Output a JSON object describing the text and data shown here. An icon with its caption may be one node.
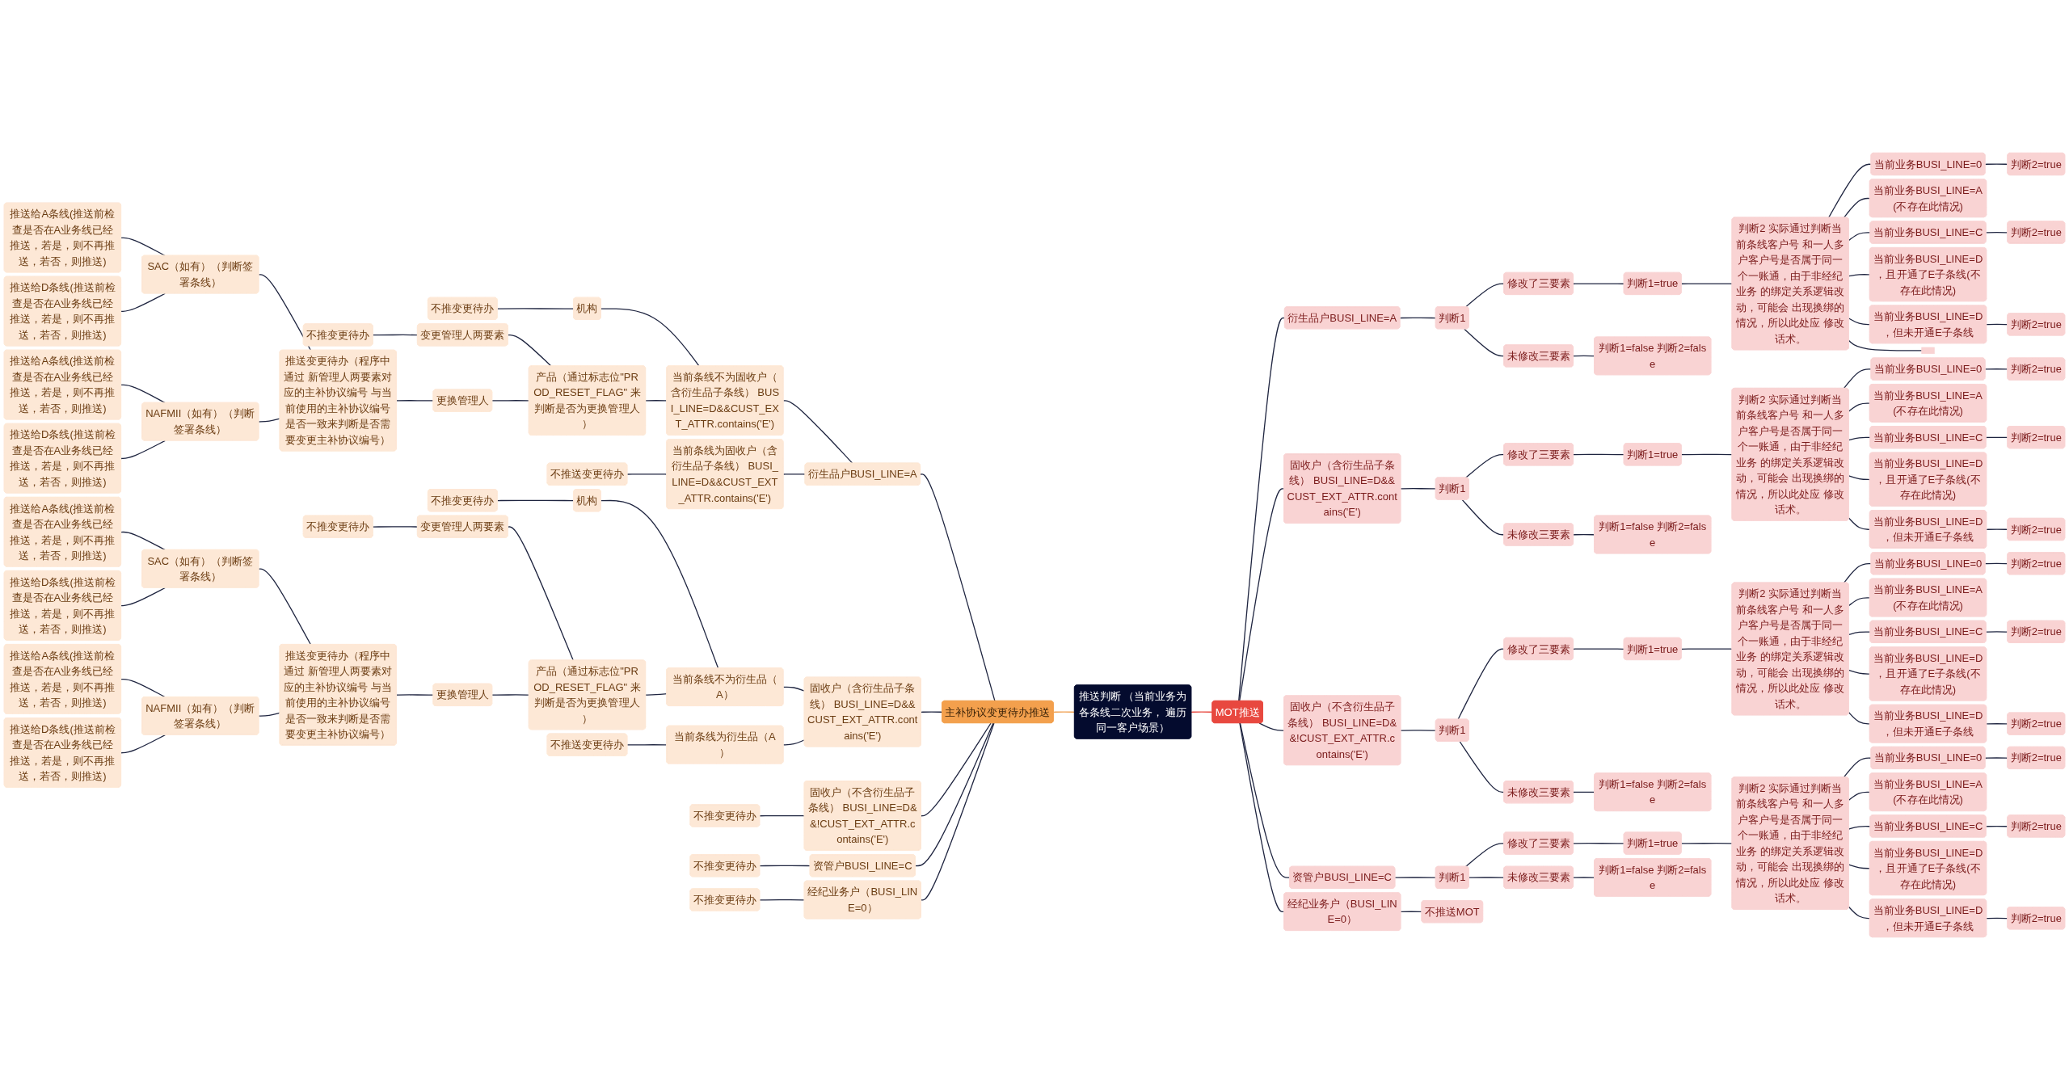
{
  "diagram": {
    "nodes": [
      {
        "text": [
          "推送判断 （当前业务为各条线二次业务， 遍历同一客户场景）"
        ]
      },
      {
        "text": [
          "主补协议变更待办推送"
        ]
      },
      {
        "text": [
          "衍生品户BUSI_LINE=A"
        ]
      },
      {
        "text": [
          "当前条线不为固收户（含衍生品子条线） BUSI_LINE=D&&CUST_EXT_ATTR.contains('E')"
        ]
      },
      {
        "text": [
          "机构"
        ]
      },
      {
        "text": [
          "不推变更待办"
        ]
      },
      {
        "text": [
          "产品（通过标志位\"PROD_RESET_FLAG\" 来判断是否为更换管理人）"
        ]
      },
      {
        "text": [
          "变更管理人两要素"
        ]
      },
      {
        "text": [
          "不推变更待办"
        ]
      },
      {
        "text": [
          "更换管理人"
        ]
      },
      {
        "text": [
          "推送变更待办（程序中通过 新管理人两要素对应的主补协议编号 与当前使用的主补协议编号是否一致来判断是否需要变更主补协议编号）"
        ]
      },
      {
        "text": [
          "SAC（如有）（判断签署条线）"
        ]
      },
      {
        "text": [
          "推送给A条线(推送前检查是否在A业务线已经推送，若是，则不再推送，若否，则推送)"
        ]
      },
      {
        "text": [
          "推送给D条线(推送前检查是否在A业务线已经推送，若是，则不再推送，若否，则推送)"
        ]
      },
      {
        "text": [
          "NAFMII（如有）（判断签署条线）"
        ]
      },
      {
        "text": [
          "推送给A条线(推送前检查是否在A业务线已经推送，若是，则不再推送，若否，则推送)"
        ]
      },
      {
        "text": [
          "推送给D条线(推送前检查是否在A业务线已经推送，若是，则不再推送，若否，则推送)"
        ]
      },
      {
        "text": [
          "当前条线为固收户（含衍生品子条线） BUSI_LINE=D&&CUST_EXT_ATTR.contains('E')"
        ]
      },
      {
        "text": [
          "不推送变更待办"
        ]
      },
      {
        "text": [
          "固收户（含衍生品子条线） BUSI_LINE=D&&CUST_EXT_ATTR.contains('E')"
        ]
      },
      {
        "text": [
          "当前条线不为衍生品（A）"
        ]
      },
      {
        "text": [
          "机构"
        ]
      },
      {
        "text": [
          "不推变更待办"
        ]
      },
      {
        "text": [
          "产品（通过标志位\"PROD_RESET_FLAG\" 来判断是否为更换管理人）"
        ]
      },
      {
        "text": [
          "变更管理人两要素"
        ]
      },
      {
        "text": [
          "不推变更待办"
        ]
      },
      {
        "text": [
          "更换管理人"
        ]
      },
      {
        "text": [
          "推送变更待办（程序中通过 新管理人两要素对应的主补协议编号 与当前使用的主补协议编号是否一致来判断是否需要变更主补协议编号）"
        ]
      },
      {
        "text": [
          "SAC（如有）（判断签署条线）"
        ]
      },
      {
        "text": [
          "推送给A条线(推送前检查是否在A业务线已经推送，若是，则不再推送，若否，则推送)"
        ]
      },
      {
        "text": [
          "推送给D条线(推送前检查是否在A业务线已经推送，若是，则不再推送，若否，则推送)"
        ]
      },
      {
        "text": [
          "NAFMII（如有）（判断签署条线）"
        ]
      },
      {
        "text": [
          "推送给A条线(推送前检查是否在A业务线已经推送，若是，则不再推送，若否，则推送)"
        ]
      },
      {
        "text": [
          "推送给D条线(推送前检查是否在A业务线已经推送，若是，则不再推送，若否，则推送)"
        ]
      },
      {
        "text": [
          "当前条线为衍生品（A）"
        ]
      },
      {
        "text": [
          "不推送变更待办"
        ]
      },
      {
        "text": [
          "固收户（不含衍生品子条线） BUSI_LINE=D&&!CUST_EXT_ATTR.contains('E')"
        ]
      },
      {
        "text": [
          "不推变更待办"
        ]
      },
      {
        "text": [
          "资管户BUSI_LINE=C"
        ]
      },
      {
        "text": [
          "不推变更待办"
        ]
      },
      {
        "text": [
          "经纪业务户（BUSI_LINE=0）"
        ]
      },
      {
        "text": [
          "不推变更待办"
        ]
      },
      {
        "text": [
          "MOT推送"
        ]
      },
      {
        "text": [
          "衍生品户BUSI_LINE=A"
        ]
      },
      {
        "text": [
          "判断1"
        ]
      },
      {
        "text": [
          "修改了三要素"
        ]
      },
      {
        "text": [
          "判断1=true"
        ]
      },
      {
        "text": [
          "判断2 实际通过判断当前条线客户号 和一人多户客户号是否属于同一个一账通，由于非经纪业务 的绑定关系逻辑改动，可能会 出现换绑的情况，所以此处应 修改话术。"
        ]
      },
      {
        "text": [
          "当前业务BUSI_LINE=0"
        ]
      },
      {
        "text": [
          "判断2=true"
        ]
      },
      {
        "text": [
          "当前业务BUSI_LINE=A(不存在此情况)"
        ]
      },
      {
        "text": [
          "当前业务BUSI_LINE=C"
        ]
      },
      {
        "text": [
          "判断2=true"
        ]
      },
      {
        "text": [
          "当前业务BUSI_LINE=D，且开通了E子条线(不存在此情况)"
        ]
      },
      {
        "text": [
          "当前业务BUSI_LINE=D，但未开通E子条线"
        ]
      },
      {
        "text": [
          "判断2=true"
        ]
      },
      {
        "text": [],
        "shape": "box"
      },
      {
        "text": [
          "未修改三要素"
        ]
      },
      {
        "text": [
          "判断1=false 判断2=false"
        ]
      },
      {
        "text": [
          "固收户（含衍生品子条线） BUSI_LINE=D&&CUST_EXT_ATTR.contains('E')"
        ]
      },
      {
        "text": [
          "判断1"
        ]
      },
      {
        "text": [
          "修改了三要素"
        ]
      },
      {
        "text": [
          "判断1=true"
        ]
      },
      {
        "text": [
          "判断2 实际通过判断当前条线客户号 和一人多户客户号是否属于同一个一账通，由于非经纪业务 的绑定关系逻辑改动，可能会 出现换绑的情况，所以此处应 修改话术。"
        ]
      },
      {
        "text": [
          "当前业务BUSI_LINE=0"
        ]
      },
      {
        "text": [
          "判断2=true"
        ]
      },
      {
        "text": [
          "当前业务BUSI_LINE=A(不存在此情况)"
        ]
      },
      {
        "text": [
          "当前业务BUSI_LINE=C"
        ]
      },
      {
        "text": [
          "判断2=true"
        ]
      },
      {
        "text": [
          "当前业务BUSI_LINE=D，且开通了E子条线(不存在此情况)"
        ]
      },
      {
        "text": [
          "当前业务BUSI_LINE=D，但未开通E子条线"
        ]
      },
      {
        "text": [
          "判断2=true"
        ]
      },
      {
        "text": [
          "未修改三要素"
        ]
      },
      {
        "text": [
          "判断1=false 判断2=false"
        ]
      },
      {
        "text": [
          "固收户（不含衍生品子条线） BUSI_LINE=D&&!CUST_EXT_ATTR.contains('E')"
        ]
      },
      {
        "text": [
          "判断1"
        ]
      },
      {
        "text": [
          "修改了三要素"
        ]
      },
      {
        "text": [
          "判断1=true"
        ]
      },
      {
        "text": [
          "判断2 实际通过判断当前条线客户号 和一人多户客户号是否属于同一个一账通，由于非经纪业务 的绑定关系逻辑改动，可能会 出现换绑的情况，所以此处应 修改话术。"
        ]
      },
      {
        "text": [
          "当前业务BUSI_LINE=0"
        ]
      },
      {
        "text": [
          "判断2=true"
        ]
      },
      {
        "text": [
          "当前业务BUSI_LINE=A(不存在此情况)"
        ]
      },
      {
        "text": [
          "当前业务BUSI_LINE=C"
        ]
      },
      {
        "text": [
          "判断2=true"
        ]
      },
      {
        "text": [
          "当前业务BUSI_LINE=D，且开通了E子条线(不存在此情况)"
        ]
      },
      {
        "text": [
          "当前业务BUSI_LINE=D，但未开通E子条线"
        ]
      },
      {
        "text": [
          "判断2=true"
        ]
      },
      {
        "text": [
          "未修改三要素"
        ]
      },
      {
        "text": [
          "判断1=false 判断2=false"
        ]
      },
      {
        "text": [
          "资管户BUSI_LINE=C"
        ]
      },
      {
        "text": [
          "判断1"
        ]
      },
      {
        "text": [
          "修改了三要素"
        ]
      },
      {
        "text": [
          "判断1=true"
        ]
      },
      {
        "text": [
          "判断2 实际通过判断当前条线客户号 和一人多户客户号是否属于同一个一账通，由于非经纪业务 的绑定关系逻辑改动，可能会 出现换绑的情况，所以此处应 修改话术。"
        ]
      },
      {
        "text": [
          "当前业务BUSI_LINE=0"
        ]
      },
      {
        "text": [
          "判断2=true"
        ]
      },
      {
        "text": [
          "当前业务BUSI_LINE=A(不存在此情况)"
        ]
      },
      {
        "text": [
          "当前业务BUSI_LINE=C"
        ]
      },
      {
        "text": [
          "判断2=true"
        ]
      },
      {
        "text": [
          "当前业务BUSI_LINE=D，且开通了E子条线(不存在此情况)"
        ]
      },
      {
        "text": [
          "当前业务BUSI_LINE=D，但未开通E子条线"
        ]
      },
      {
        "text": [
          "判断2=true"
        ]
      },
      {
        "text": [
          "未修改三要素"
        ]
      },
      {
        "text": [
          "判断1=false 判断2=false"
        ]
      },
      {
        "text": [
          "经纪业务户（BUSI_LINE=0）"
        ]
      },
      {
        "text": [
          "不推送MOT"
        ]
      }
    ],
    "edges": [
      {
        "from": 0,
        "to": 1,
        "arrow": "none",
        "color": "#f0a050"
      },
      {
        "from": 1,
        "to": 2,
        "arrow": "none"
      },
      {
        "from": 2,
        "to": 3,
        "arrow": "none"
      },
      {
        "from": 3,
        "to": 4,
        "arrow": "none"
      },
      {
        "from": 4,
        "to": 5,
        "arrow": "none"
      },
      {
        "from": 3,
        "to": 6,
        "arrow": "none"
      },
      {
        "from": 6,
        "to": 7,
        "arrow": "none"
      },
      {
        "from": 7,
        "to": 8,
        "arrow": "none"
      },
      {
        "from": 6,
        "to": 9,
        "arrow": "none"
      },
      {
        "from": 9,
        "to": 10,
        "arrow": "none"
      },
      {
        "from": 10,
        "to": 11,
        "arrow": "none"
      },
      {
        "from": 11,
        "to": 12,
        "arrow": "none"
      },
      {
        "from": 11,
        "to": 13,
        "arrow": "none"
      },
      {
        "from": 10,
        "to": 14,
        "arrow": "none"
      },
      {
        "from": 14,
        "to": 15,
        "arrow": "none"
      },
      {
        "from": 14,
        "to": 16,
        "arrow": "none"
      },
      {
        "from": 2,
        "to": 17,
        "arrow": "none"
      },
      {
        "from": 17,
        "to": 18,
        "arrow": "none"
      },
      {
        "from": 1,
        "to": 19,
        "arrow": "none"
      },
      {
        "from": 19,
        "to": 20,
        "arrow": "none"
      },
      {
        "from": 20,
        "to": 21,
        "arrow": "none"
      },
      {
        "from": 21,
        "to": 22,
        "arrow": "none"
      },
      {
        "from": 20,
        "to": 23,
        "arrow": "none"
      },
      {
        "from": 23,
        "to": 24,
        "arrow": "none"
      },
      {
        "from": 24,
        "to": 25,
        "arrow": "none"
      },
      {
        "from": 23,
        "to": 26,
        "arrow": "none"
      },
      {
        "from": 26,
        "to": 27,
        "arrow": "none"
      },
      {
        "from": 27,
        "to": 28,
        "arrow": "none"
      },
      {
        "from": 28,
        "to": 29,
        "arrow": "none"
      },
      {
        "from": 28,
        "to": 30,
        "arrow": "none"
      },
      {
        "from": 27,
        "to": 31,
        "arrow": "none"
      },
      {
        "from": 31,
        "to": 32,
        "arrow": "none"
      },
      {
        "from": 31,
        "to": 33,
        "arrow": "none"
      },
      {
        "from": 19,
        "to": 34,
        "arrow": "none"
      },
      {
        "from": 34,
        "to": 35,
        "arrow": "none"
      },
      {
        "from": 1,
        "to": 36,
        "arrow": "none"
      },
      {
        "from": 36,
        "to": 37,
        "arrow": "none"
      },
      {
        "from": 1,
        "to": 38,
        "arrow": "none"
      },
      {
        "from": 38,
        "to": 39,
        "arrow": "none"
      },
      {
        "from": 1,
        "to": 40,
        "arrow": "none"
      },
      {
        "from": 40,
        "to": 41,
        "arrow": "none"
      },
      {
        "from": 0,
        "to": 42,
        "arrow": "none",
        "color": "#e8483f"
      },
      {
        "from": 42,
        "to": 43,
        "arrow": "none"
      },
      {
        "from": 43,
        "to": 44,
        "arrow": "none"
      },
      {
        "from": 44,
        "to": 45,
        "arrow": "none"
      },
      {
        "from": 45,
        "to": 46,
        "arrow": "none"
      },
      {
        "from": 46,
        "to": 47,
        "arrow": "none"
      },
      {
        "from": 47,
        "to": 48,
        "arrow": "none"
      },
      {
        "from": 48,
        "to": 49,
        "arrow": "none"
      },
      {
        "from": 47,
        "to": 50,
        "arrow": "none"
      },
      {
        "from": 47,
        "to": 51,
        "arrow": "none"
      },
      {
        "from": 51,
        "to": 52,
        "arrow": "none"
      },
      {
        "from": 47,
        "to": 53,
        "arrow": "none"
      },
      {
        "from": 47,
        "to": 54,
        "arrow": "none"
      },
      {
        "from": 54,
        "to": 55,
        "arrow": "none"
      },
      {
        "from": 47,
        "to": 56,
        "arrow": "none"
      },
      {
        "from": 44,
        "to": 57,
        "arrow": "none"
      },
      {
        "from": 57,
        "to": 58,
        "arrow": "none"
      },
      {
        "from": 42,
        "to": 59,
        "arrow": "none"
      },
      {
        "from": 59,
        "to": 60,
        "arrow": "none"
      },
      {
        "from": 60,
        "to": 61,
        "arrow": "none"
      },
      {
        "from": 61,
        "to": 62,
        "arrow": "none"
      },
      {
        "from": 62,
        "to": 63,
        "arrow": "none"
      },
      {
        "from": 63,
        "to": 64,
        "arrow": "none"
      },
      {
        "from": 64,
        "to": 65,
        "arrow": "none"
      },
      {
        "from": 63,
        "to": 66,
        "arrow": "none"
      },
      {
        "from": 63,
        "to": 67,
        "arrow": "none"
      },
      {
        "from": 67,
        "to": 68,
        "arrow": "none"
      },
      {
        "from": 63,
        "to": 69,
        "arrow": "none"
      },
      {
        "from": 63,
        "to": 70,
        "arrow": "none"
      },
      {
        "from": 70,
        "to": 71,
        "arrow": "none"
      },
      {
        "from": 60,
        "to": 72,
        "arrow": "none"
      },
      {
        "from": 72,
        "to": 73,
        "arrow": "none"
      },
      {
        "from": 42,
        "to": 74,
        "arrow": "none"
      },
      {
        "from": 74,
        "to": 75,
        "arrow": "none"
      },
      {
        "from": 75,
        "to": 76,
        "arrow": "none"
      },
      {
        "from": 76,
        "to": 77,
        "arrow": "none"
      },
      {
        "from": 77,
        "to": 78,
        "arrow": "none"
      },
      {
        "from": 78,
        "to": 79,
        "arrow": "none"
      },
      {
        "from": 79,
        "to": 80,
        "arrow": "none"
      },
      {
        "from": 78,
        "to": 81,
        "arrow": "none"
      },
      {
        "from": 78,
        "to": 82,
        "arrow": "none"
      },
      {
        "from": 82,
        "to": 83,
        "arrow": "none"
      },
      {
        "from": 78,
        "to": 84,
        "arrow": "none"
      },
      {
        "from": 78,
        "to": 85,
        "arrow": "none"
      },
      {
        "from": 85,
        "to": 86,
        "arrow": "none"
      },
      {
        "from": 75,
        "to": 87,
        "arrow": "none"
      },
      {
        "from": 87,
        "to": 88,
        "arrow": "none"
      },
      {
        "from": 42,
        "to": 89,
        "arrow": "none"
      },
      {
        "from": 89,
        "to": 90,
        "arrow": "none"
      },
      {
        "from": 90,
        "to": 91,
        "arrow": "none"
      },
      {
        "from": 91,
        "to": 92,
        "arrow": "none"
      },
      {
        "from": 92,
        "to": 93,
        "arrow": "none"
      },
      {
        "from": 93,
        "to": 94,
        "arrow": "none"
      },
      {
        "from": 94,
        "to": 95,
        "arrow": "none"
      },
      {
        "from": 93,
        "to": 96,
        "arrow": "none"
      },
      {
        "from": 93,
        "to": 97,
        "arrow": "none"
      },
      {
        "from": 97,
        "to": 98,
        "arrow": "none"
      },
      {
        "from": 93,
        "to": 99,
        "arrow": "none"
      },
      {
        "from": 93,
        "to": 100,
        "arrow": "none"
      },
      {
        "from": 100,
        "to": 101,
        "arrow": "none"
      },
      {
        "from": 90,
        "to": 102,
        "arrow": "none"
      },
      {
        "from": 102,
        "to": 103,
        "arrow": "none"
      },
      {
        "from": 42,
        "to": 104,
        "arrow": "none"
      },
      {
        "from": 104,
        "to": 105,
        "arrow": "none"
      }
    ]
  }
}
